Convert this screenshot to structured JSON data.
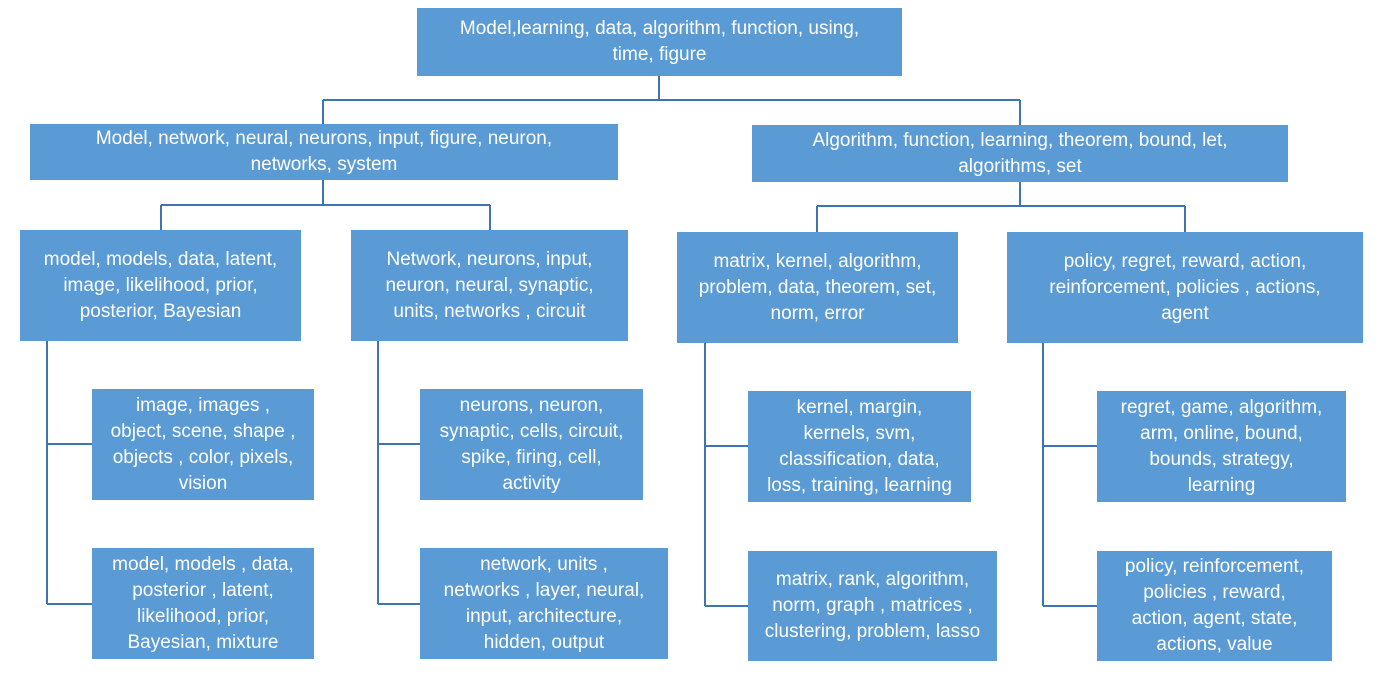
{
  "root": "Model,learning, data, algorithm, function, using,\ntime, figure",
  "left": {
    "label": "Model, network, neural, neurons, input, figure, neuron,\nnetworks, system",
    "models": {
      "label": "model, models, data, latent,\nimage, likelihood, prior,\nposterior, Bayesian",
      "children": [
        "image, images ,\nobject, scene, shape ,\nobjects , color, pixels,\nvision",
        "model, models , data,\nposterior , latent,\nlikelihood, prior,\nBayesian, mixture"
      ]
    },
    "network": {
      "label": "Network, neurons, input,\nneuron, neural, synaptic,\nunits, networks , circuit",
      "children": [
        "neurons, neuron,\nsynaptic, cells, circuit,\nspike, firing, cell,\nactivity",
        "network, units ,\nnetworks , layer, neural,\ninput, architecture,\nhidden, output"
      ]
    }
  },
  "right": {
    "label": "Algorithm, function, learning, theorem, bound, let,\nalgorithms, set",
    "matrix": {
      "label": "matrix, kernel, algorithm,\nproblem, data, theorem, set,\nnorm, error",
      "children": [
        "kernel, margin,\nkernels, svm,\nclassification, data,\nloss, training, learning",
        "matrix, rank, algorithm,\nnorm, graph , matrices ,\nclustering, problem, lasso"
      ]
    },
    "policy": {
      "label": "policy, regret, reward, action,\nreinforcement, policies , actions,\nagent",
      "children": [
        "regret, game, algorithm,\narm, online, bound,\nbounds, strategy,\nlearning",
        "policy, reinforcement,\npolicies , reward,\naction, agent, state,\nactions, value"
      ]
    }
  }
}
